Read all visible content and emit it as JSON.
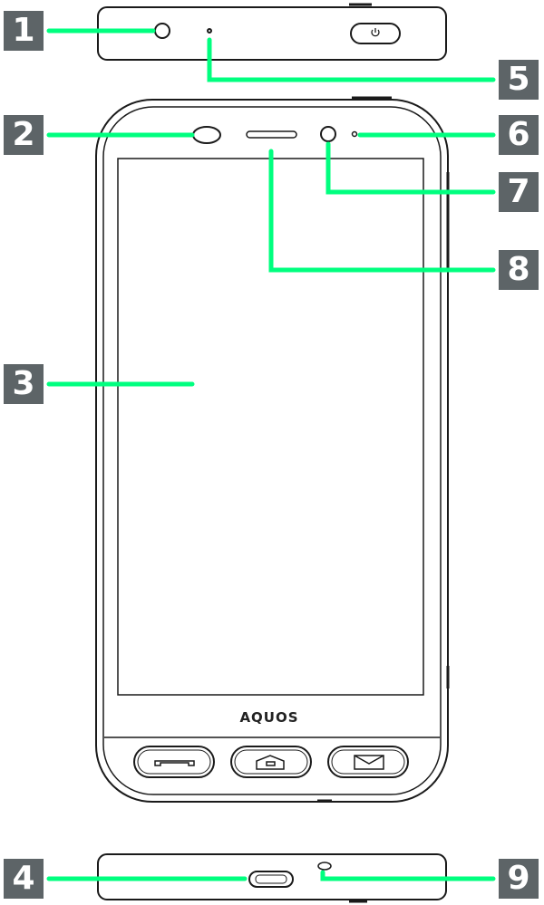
{
  "callouts": [
    {
      "number": "1"
    },
    {
      "number": "2"
    },
    {
      "number": "3"
    },
    {
      "number": "4"
    },
    {
      "number": "5"
    },
    {
      "number": "6"
    },
    {
      "number": "7"
    },
    {
      "number": "8"
    },
    {
      "number": "9"
    }
  ],
  "device": {
    "brand": "AQUOS"
  },
  "colors": {
    "leader": "#00ff7f",
    "badge": "#5d6467",
    "outline": "#1a1a1a"
  }
}
